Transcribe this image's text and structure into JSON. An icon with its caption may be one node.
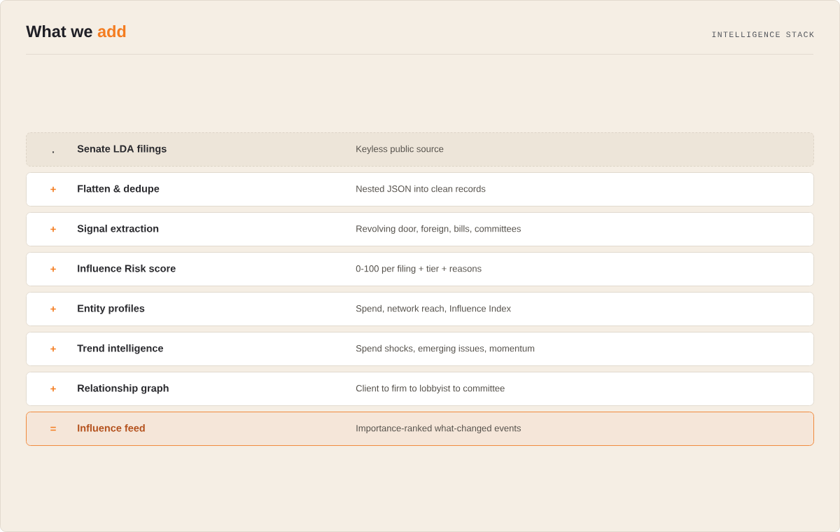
{
  "diagram": {
    "title": "What we add",
    "nodes": [
      {
        "text": [
          ".",
          "Senate LDA filings",
          "Keyless public source"
        ]
      },
      {
        "text": [
          "+",
          "Flatten & dedupe",
          "Nested JSON into clean records"
        ]
      },
      {
        "text": [
          "+",
          "Signal extraction",
          "Revolving door, foreign, bills, committees"
        ]
      },
      {
        "text": [
          "+",
          "Influence Risk score",
          "0-100 per filing + tier + reasons"
        ]
      },
      {
        "text": [
          "+",
          "Entity profiles",
          "Spend, network reach, Influence Index"
        ]
      },
      {
        "text": [
          "+",
          "Trend intelligence",
          "Spend shocks, emerging issues, momentum"
        ]
      },
      {
        "text": [
          "+",
          "Relationship graph",
          "Client to firm to lobbyist to committee"
        ]
      },
      {
        "text": [
          "=",
          "Influence feed",
          "Importance-ranked what-changed events"
        ]
      }
    ],
    "labels": [
      "INTELLIGENCE STACK"
    ]
  }
}
